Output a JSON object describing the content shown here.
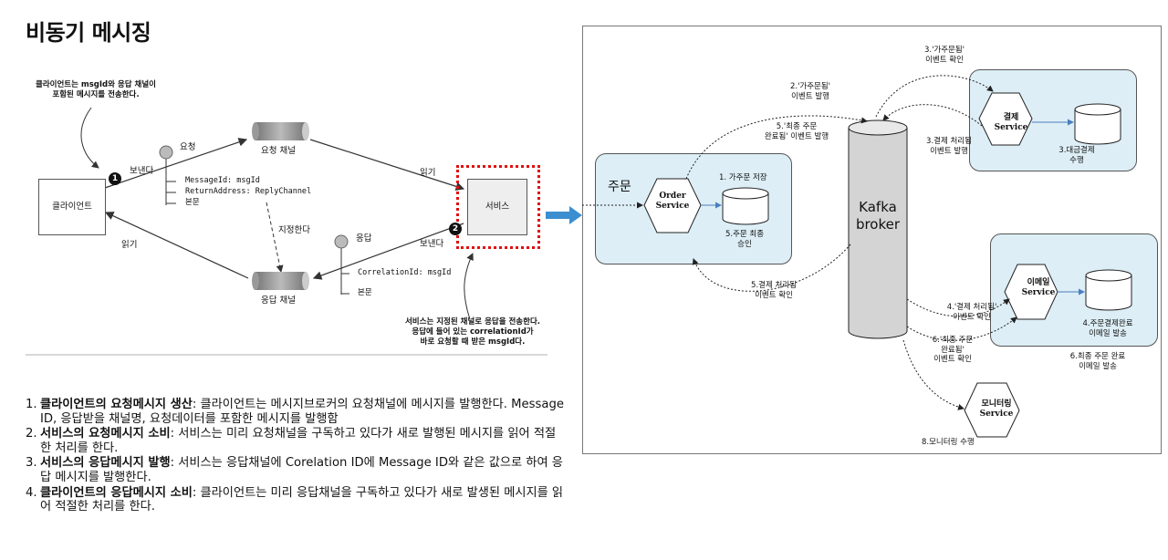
{
  "page": {
    "title": "비동기 메시징"
  },
  "left_diagram": {
    "top_note": "클라이언트는 msgId와 응답 채널이\n포함된 메시지를 전송한다.",
    "client_label": "클라이언트",
    "service_label": "서비스",
    "request_channel_label": "요청 채널",
    "reply_channel_label": "응답 채널",
    "send_label_1": "보낸다",
    "read_label_1": "읽기",
    "send_label_2": "보낸다",
    "read_label_2": "읽기",
    "specify_label": "지정한다",
    "request_label": "요청",
    "reply_label": "응답",
    "step1_badge": "1",
    "step2_badge": "2",
    "request_fields": [
      "MessageId: msgId",
      "ReturnAddress: ReplyChannel",
      "본문"
    ],
    "reply_fields": [
      "CorrelationId: msgId",
      "본문"
    ],
    "bottom_note": "서비스는 지정된 채널로 응답을 전송한다.\n응답에 들어 있는 correlationId가\n바로 요청할 때 받은 msgId다."
  },
  "steps": [
    {
      "num": "1.",
      "bold": "클라이언트의 요청메시지 생산",
      "text": ": 클라이언트는 메시지브로커의 요청채널에 메시지를 발행한다.  Message ID, 응답받을 채널명, 요청데이터를 포함한 메시지를 발행함"
    },
    {
      "num": "2.",
      "bold": "서비스의 요청메시지 소비",
      "text": ": 서비스는 미리 요청채널을 구독하고 있다가 새로 발행된 메시지를 읽어 적절한 처리를 한다."
    },
    {
      "num": "3.",
      "bold": "서비스의 응답메시지 발행",
      "text": ": 서비스는 응답채널에 Corelation ID에 Message ID와 같은 값으로 하여 응답 메시지를 발행한다."
    },
    {
      "num": "4.",
      "bold": "클라이언트의 응답메시지 소비",
      "text": ": 클라이언트는 미리 응답채널을 구독하고 있다가 새로 발생된 메시지를 읽어 적절한 처리를 한다."
    }
  ],
  "right_diagram": {
    "order_area": "주문",
    "order_service": "Order\nService",
    "order_db_note": "1. 가주문 저장",
    "order_final_note": "5.주문 최종\n승인",
    "kafka": "Kafka\nbroker",
    "payment_service": "결제\nService",
    "payment_db_note": "3.대금결제\n수행",
    "email_service": "이메일\nService",
    "email_db_note": "4.주문결제완료\n이메일 발송",
    "email_final_note": "6.최종 주문 완료\n이메일 발송",
    "monitor_service": "모니터링\nService",
    "monitor_note": "8.모니터링 수행",
    "labels": {
      "pre_order_event": "2.'가주문됨'\n이벤트 발행",
      "pre_order_check": "3.'가주문됨'\n이벤트 확인",
      "final_order_event": "5.'최종 주문\n완료됨' 이벤트 발행",
      "payment_done_event": "3.결제 처리됨\n이벤트 발행",
      "payment_done_check": "5.결제 처리됨\n이벤트 확인",
      "payment_done_check_email": "4.'결제 처리됨'\n이벤트 확인",
      "final_order_check": "6.'최종 주문\n완료됨'\n이벤트 확인"
    }
  }
}
